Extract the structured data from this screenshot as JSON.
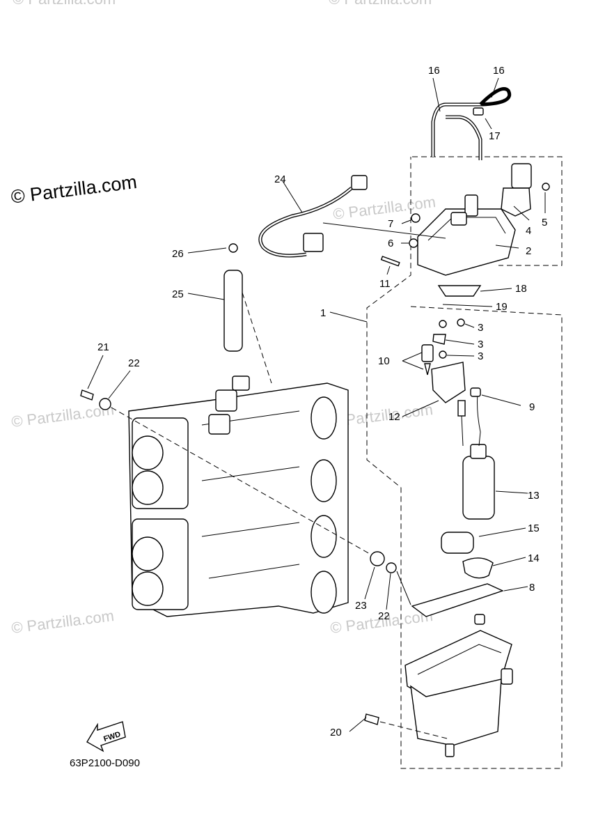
{
  "watermark": {
    "main": "© Partzilla.com",
    "faint": "© Partzilla.com"
  },
  "diagram_code": "63P2100-D090",
  "fwd_label": "FWD",
  "callouts": {
    "c1": "1",
    "c2": "2",
    "c3a": "3",
    "c3b": "3",
    "c3c": "3",
    "c4": "4",
    "c5": "5",
    "c6": "6",
    "c7": "7",
    "c8": "8",
    "c9": "9",
    "c10": "10",
    "c11": "11",
    "c12": "12",
    "c13": "13",
    "c14": "14",
    "c15": "15",
    "c16a": "16",
    "c16b": "16",
    "c17": "17",
    "c18": "18",
    "c19": "19",
    "c20": "20",
    "c21": "21",
    "c22a": "22",
    "c22b": "22",
    "c23": "23",
    "c24": "24",
    "c25": "25",
    "c26": "26"
  }
}
